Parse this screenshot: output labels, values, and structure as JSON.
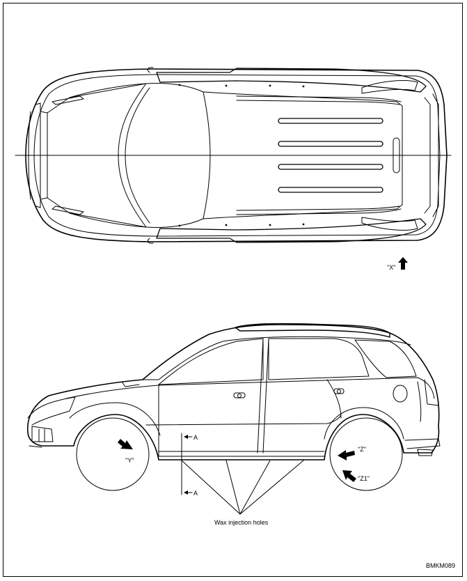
{
  "figure": {
    "code": "BMKM089",
    "line_color": "#000000",
    "background": "#ffffff"
  },
  "top_view": {
    "view_label": "\"X\"",
    "view_arrow_icon": "arrow-up-icon"
  },
  "side_view": {
    "section_top": "A",
    "section_bottom": "A",
    "view_y": "\"Y\"",
    "view_z": "\"Z\"",
    "view_z1": "\"Z1\"",
    "callout": "Wax injection holes"
  }
}
